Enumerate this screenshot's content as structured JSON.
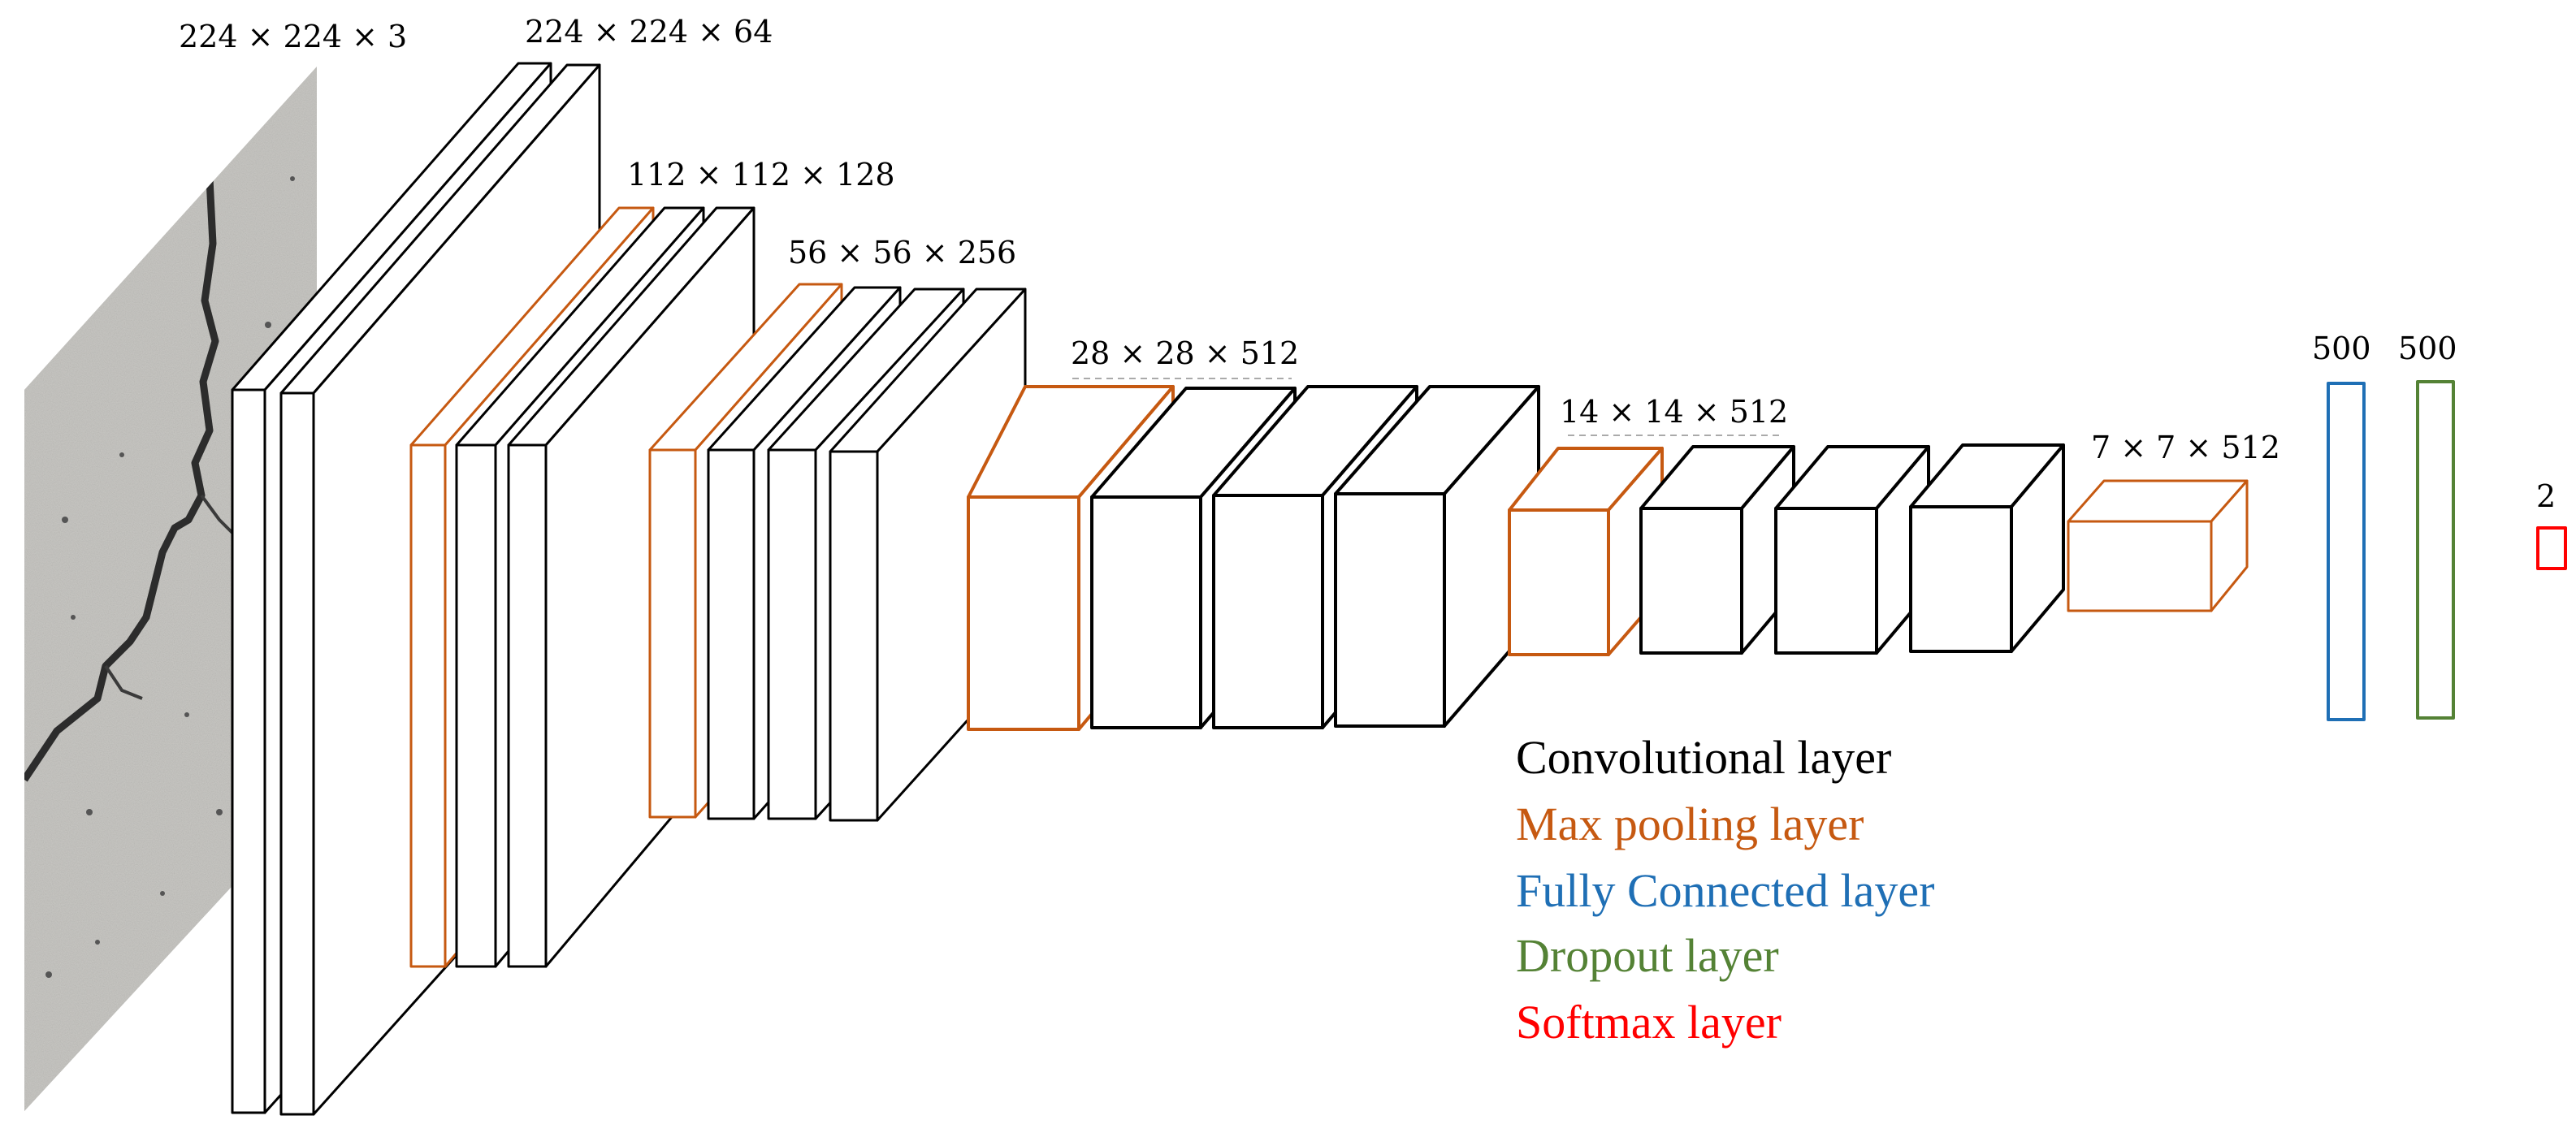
{
  "colors": {
    "conv": "#000000",
    "pool": "#c65911",
    "fc": "#1f6fb5",
    "dropout": "#548235",
    "softmax": "#ff0000"
  },
  "input_image": {
    "icon": "cracked-concrete-image"
  },
  "dims": {
    "input": "224 × 224 × 3",
    "block1": "224 × 224 × 64",
    "block2": "112 × 112 × 128",
    "block3": "56 × 56 × 256",
    "block4": "28 × 28 × 512",
    "block5": "14 × 14 × 512",
    "pool5": "7 × 7 × 512",
    "fc": "500",
    "dropout": "500",
    "softmax": "2"
  },
  "legend": {
    "conv": "Convolutional layer",
    "pool": "Max pooling layer",
    "fc": "Fully Connected layer",
    "dropout": "Dropout layer",
    "softmax": "Softmax layer"
  }
}
